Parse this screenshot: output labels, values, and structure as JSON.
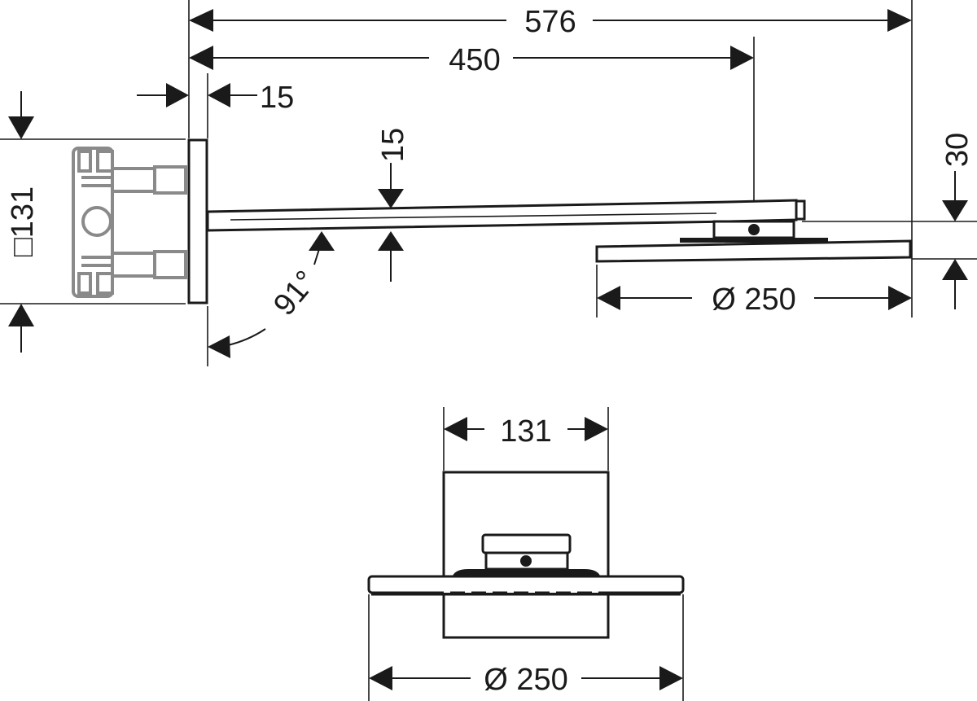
{
  "drawing": {
    "title": "Shower arm with overhead shower – dimensional drawing",
    "line_color": "#1a1a1a",
    "concealed_part_color": "#8a8a8a",
    "background": "#ffffff"
  },
  "side_view": {
    "dimensions": {
      "overall_length": "576",
      "arm_projection": "450",
      "wall_flange_depth": "15",
      "arm_thickness": "15",
      "head_height": "30",
      "head_diameter": "Ø 250",
      "flange_size": "□131",
      "arm_angle": "91°"
    }
  },
  "front_view": {
    "dimensions": {
      "flange_width": "131",
      "head_diameter": "Ø 250"
    }
  }
}
